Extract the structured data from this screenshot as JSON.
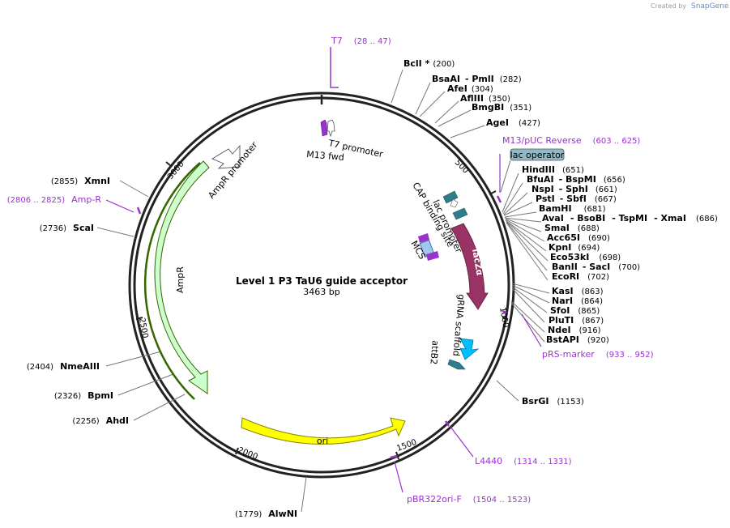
{
  "watermark": {
    "prefix": "Created by",
    "brand": "SnapGene"
  },
  "plasmid": {
    "name": "Level 1 P3 TaU6 guide acceptor",
    "size": "3463 bp"
  },
  "ticks": [
    "500",
    "1000",
    "1500",
    "2000",
    "2500",
    "3000"
  ],
  "sites_right": [
    {
      "name": "BclI *",
      "pos": "(200)"
    },
    {
      "name": "BsaAI",
      "name2": "- PmlI",
      "pos": "(282)"
    },
    {
      "name": "AfeI",
      "pos": "(304)"
    },
    {
      "name": "AflIII",
      "pos": "(350)"
    },
    {
      "name": "BmgBI",
      "pos": "(351)"
    },
    {
      "name": "AgeI",
      "pos": "(427)"
    },
    {
      "name": "HindIII",
      "pos": "(651)"
    },
    {
      "name": "BfuAI",
      "name2": "- BspMI",
      "pos": "(656)"
    },
    {
      "name": "NspI",
      "name2": "- SphI",
      "pos": "(661)"
    },
    {
      "name": "PstI",
      "name2": "- SbfI",
      "pos": "(667)"
    },
    {
      "name": "BamHI",
      "pos": "(681)"
    },
    {
      "name": "AvaI",
      "name2": "- BsoBI",
      "name3": "- TspMI",
      "name4": "- XmaI",
      "pos": "(686)"
    },
    {
      "name": "SmaI",
      "pos": "(688)"
    },
    {
      "name": "Acc65I",
      "pos": "(690)"
    },
    {
      "name": "KpnI",
      "pos": "(694)"
    },
    {
      "name": "Eco53kI",
      "pos": "(698)"
    },
    {
      "name": "BanII",
      "name2": "- SacI",
      "pos": "(700)"
    },
    {
      "name": "EcoRI",
      "pos": "(702)"
    },
    {
      "name": "KasI",
      "pos": "(863)"
    },
    {
      "name": "NarI",
      "pos": "(864)"
    },
    {
      "name": "SfoI",
      "pos": "(865)"
    },
    {
      "name": "PluTI",
      "pos": "(867)"
    },
    {
      "name": "NdeI",
      "pos": "(916)"
    },
    {
      "name": "BstAPI",
      "pos": "(920)"
    },
    {
      "name": "BsrGI",
      "pos": "(1153)"
    }
  ],
  "sites_left": [
    {
      "name": "XmnI",
      "pos": "(2855)"
    },
    {
      "name": "ScaI",
      "pos": "(2736)"
    },
    {
      "name": "NmeAIII",
      "pos": "(2404)"
    },
    {
      "name": "BpmI",
      "pos": "(2326)"
    },
    {
      "name": "AhdI",
      "pos": "(2256)"
    },
    {
      "name": "AlwNI",
      "pos": "(1779)"
    }
  ],
  "primers": [
    {
      "name": "T7",
      "pos": "(28 .. 47)"
    },
    {
      "name": "M13/pUC Reverse",
      "pos": "(603 .. 625)"
    },
    {
      "name": "pRS-marker",
      "pos": "(933 .. 952)"
    },
    {
      "name": "L4440",
      "pos": "(1314 .. 1331)"
    },
    {
      "name": "pBR322ori-F",
      "pos": "(1504 .. 1523)"
    },
    {
      "name": "Amp-R",
      "pos": "(2806 .. 2825)"
    }
  ],
  "features": {
    "lac_operator": "lac operator",
    "t7_promoter": "T7 promoter",
    "m13_fwd": "M13 fwd",
    "cap_site": "CAP binding site",
    "lac_promoter": "lac promoter",
    "mcs": "MCS",
    "lacz": "lacZα",
    "grna": "gRNA scaffold",
    "attb2": "attB2",
    "ampr_promoter": "AmpR promoter",
    "ampr": "AmpR",
    "ori": "ori"
  },
  "colors": {
    "backbone": "#222222",
    "primer": "#9933cc",
    "lacz": "#993366",
    "ori": "#ffff00",
    "ampr": "#ccffcc",
    "ampr_edge": "#336600",
    "teal": "#2e7d8a",
    "grna": "#00bfff",
    "mcs": "#9ec9ee"
  }
}
